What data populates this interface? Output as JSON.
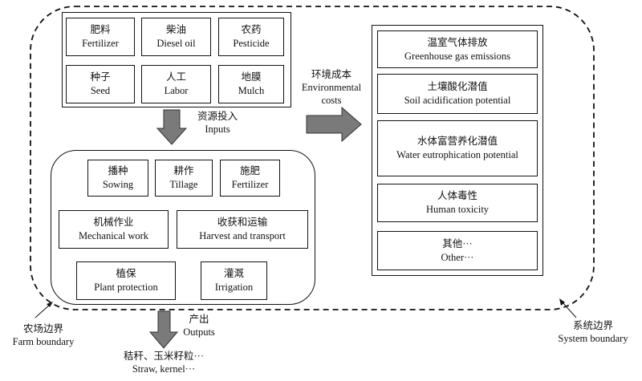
{
  "inputs": [
    {
      "zh": "肥料",
      "en": "Fertilizer"
    },
    {
      "zh": "柴油",
      "en": "Diesel oil"
    },
    {
      "zh": "农药",
      "en": "Pesticide"
    },
    {
      "zh": "种子",
      "en": "Seed"
    },
    {
      "zh": "人工",
      "en": "Labor"
    },
    {
      "zh": "地膜",
      "en": "Mulch"
    }
  ],
  "inputs_arrow": {
    "zh": "资源投入",
    "en": "Inputs"
  },
  "farm_activities": [
    {
      "zh": "播种",
      "en": "Sowing"
    },
    {
      "zh": "耕作",
      "en": "Tillage"
    },
    {
      "zh": "施肥",
      "en": "Fertilizer"
    },
    {
      "zh": "机械作业",
      "en": "Mechanical work"
    },
    {
      "zh": "收获和运输",
      "en": "Harvest and transport"
    },
    {
      "zh": "植保",
      "en": "Plant protection"
    },
    {
      "zh": "灌溉",
      "en": "Irrigation"
    }
  ],
  "env_arrow": {
    "zh": "环境成本",
    "en1": "Environmental",
    "en2": "costs"
  },
  "impacts": [
    {
      "zh": "温室气体排放",
      "en": "Greenhouse gas emissions"
    },
    {
      "zh": "土壤酸化潜值",
      "en": "Soil acidification potential"
    },
    {
      "zh": "水体富营养化潜值",
      "en": "Water eutrophication potential"
    },
    {
      "zh": "人体毒性",
      "en": "Human toxicity"
    },
    {
      "zh": "其他···",
      "en": "Other···"
    }
  ],
  "outputs_arrow": {
    "zh": "产出",
    "en": "Outputs"
  },
  "outputs": {
    "zh": "秸秆、玉米籽粒···",
    "en": "Straw, kernel···"
  },
  "farm_boundary": {
    "zh": "农场边界",
    "en": "Farm boundary"
  },
  "system_boundary": {
    "zh": "系统边界",
    "en": "System boundary"
  }
}
